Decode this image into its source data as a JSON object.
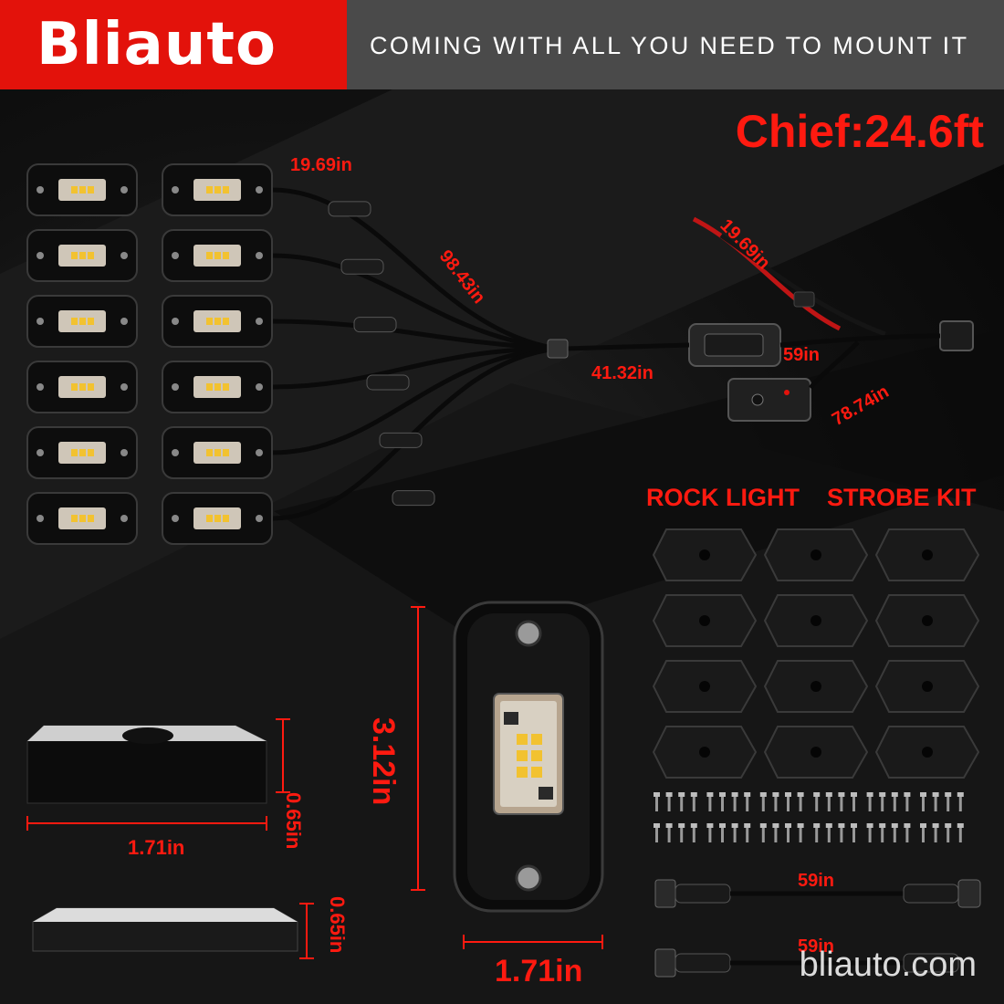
{
  "brand": {
    "logo_text": "Bliauto"
  },
  "header": {
    "tagline": "COMING WITH ALL YOU NEED TO MOUNT IT"
  },
  "main": {
    "chief": "Chief:24.6ft"
  },
  "cable_dimensions": {
    "light_lead": "19.69in",
    "main_lead": "98.43in",
    "power_lead": "19.69in",
    "extension": "41.32in",
    "controller_lead": "59in",
    "switch_lead": "78.74in"
  },
  "kit": {
    "rock_light_label": "ROCK LIGHT",
    "strobe_kit_label": "STROBE KIT"
  },
  "product_dimensions": {
    "height_1": "0.65in",
    "width_1": "1.71in",
    "height_2": "0.65in",
    "length": "3.12in",
    "width_2": "1.71in"
  },
  "extension_cables": {
    "cable_1": "59in",
    "cable_2": "59in"
  },
  "watermark": "bliauto.com",
  "colors": {
    "accent_red": "#e3120b",
    "band_gray": "#4a4a4a",
    "dim_red": "#ff1a10"
  }
}
